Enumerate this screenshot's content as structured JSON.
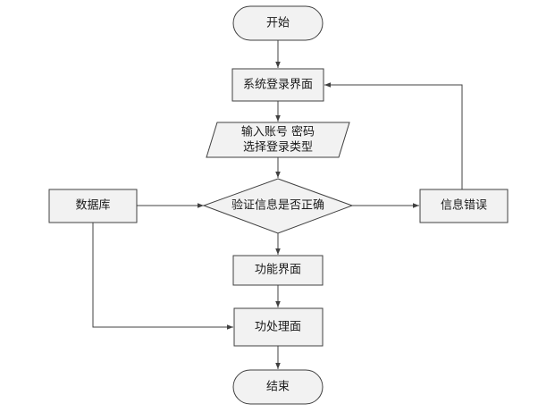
{
  "flowchart": {
    "start": "开始",
    "login_screen": "系统登录界面",
    "input_line1": "输入账号 密码",
    "input_line2": "选择登录类型",
    "database": "数据库",
    "validate": "验证信息是否正确",
    "error": "信息错误",
    "function_screen": "功能界面",
    "process_screen": "功处理面",
    "end": "结束"
  }
}
